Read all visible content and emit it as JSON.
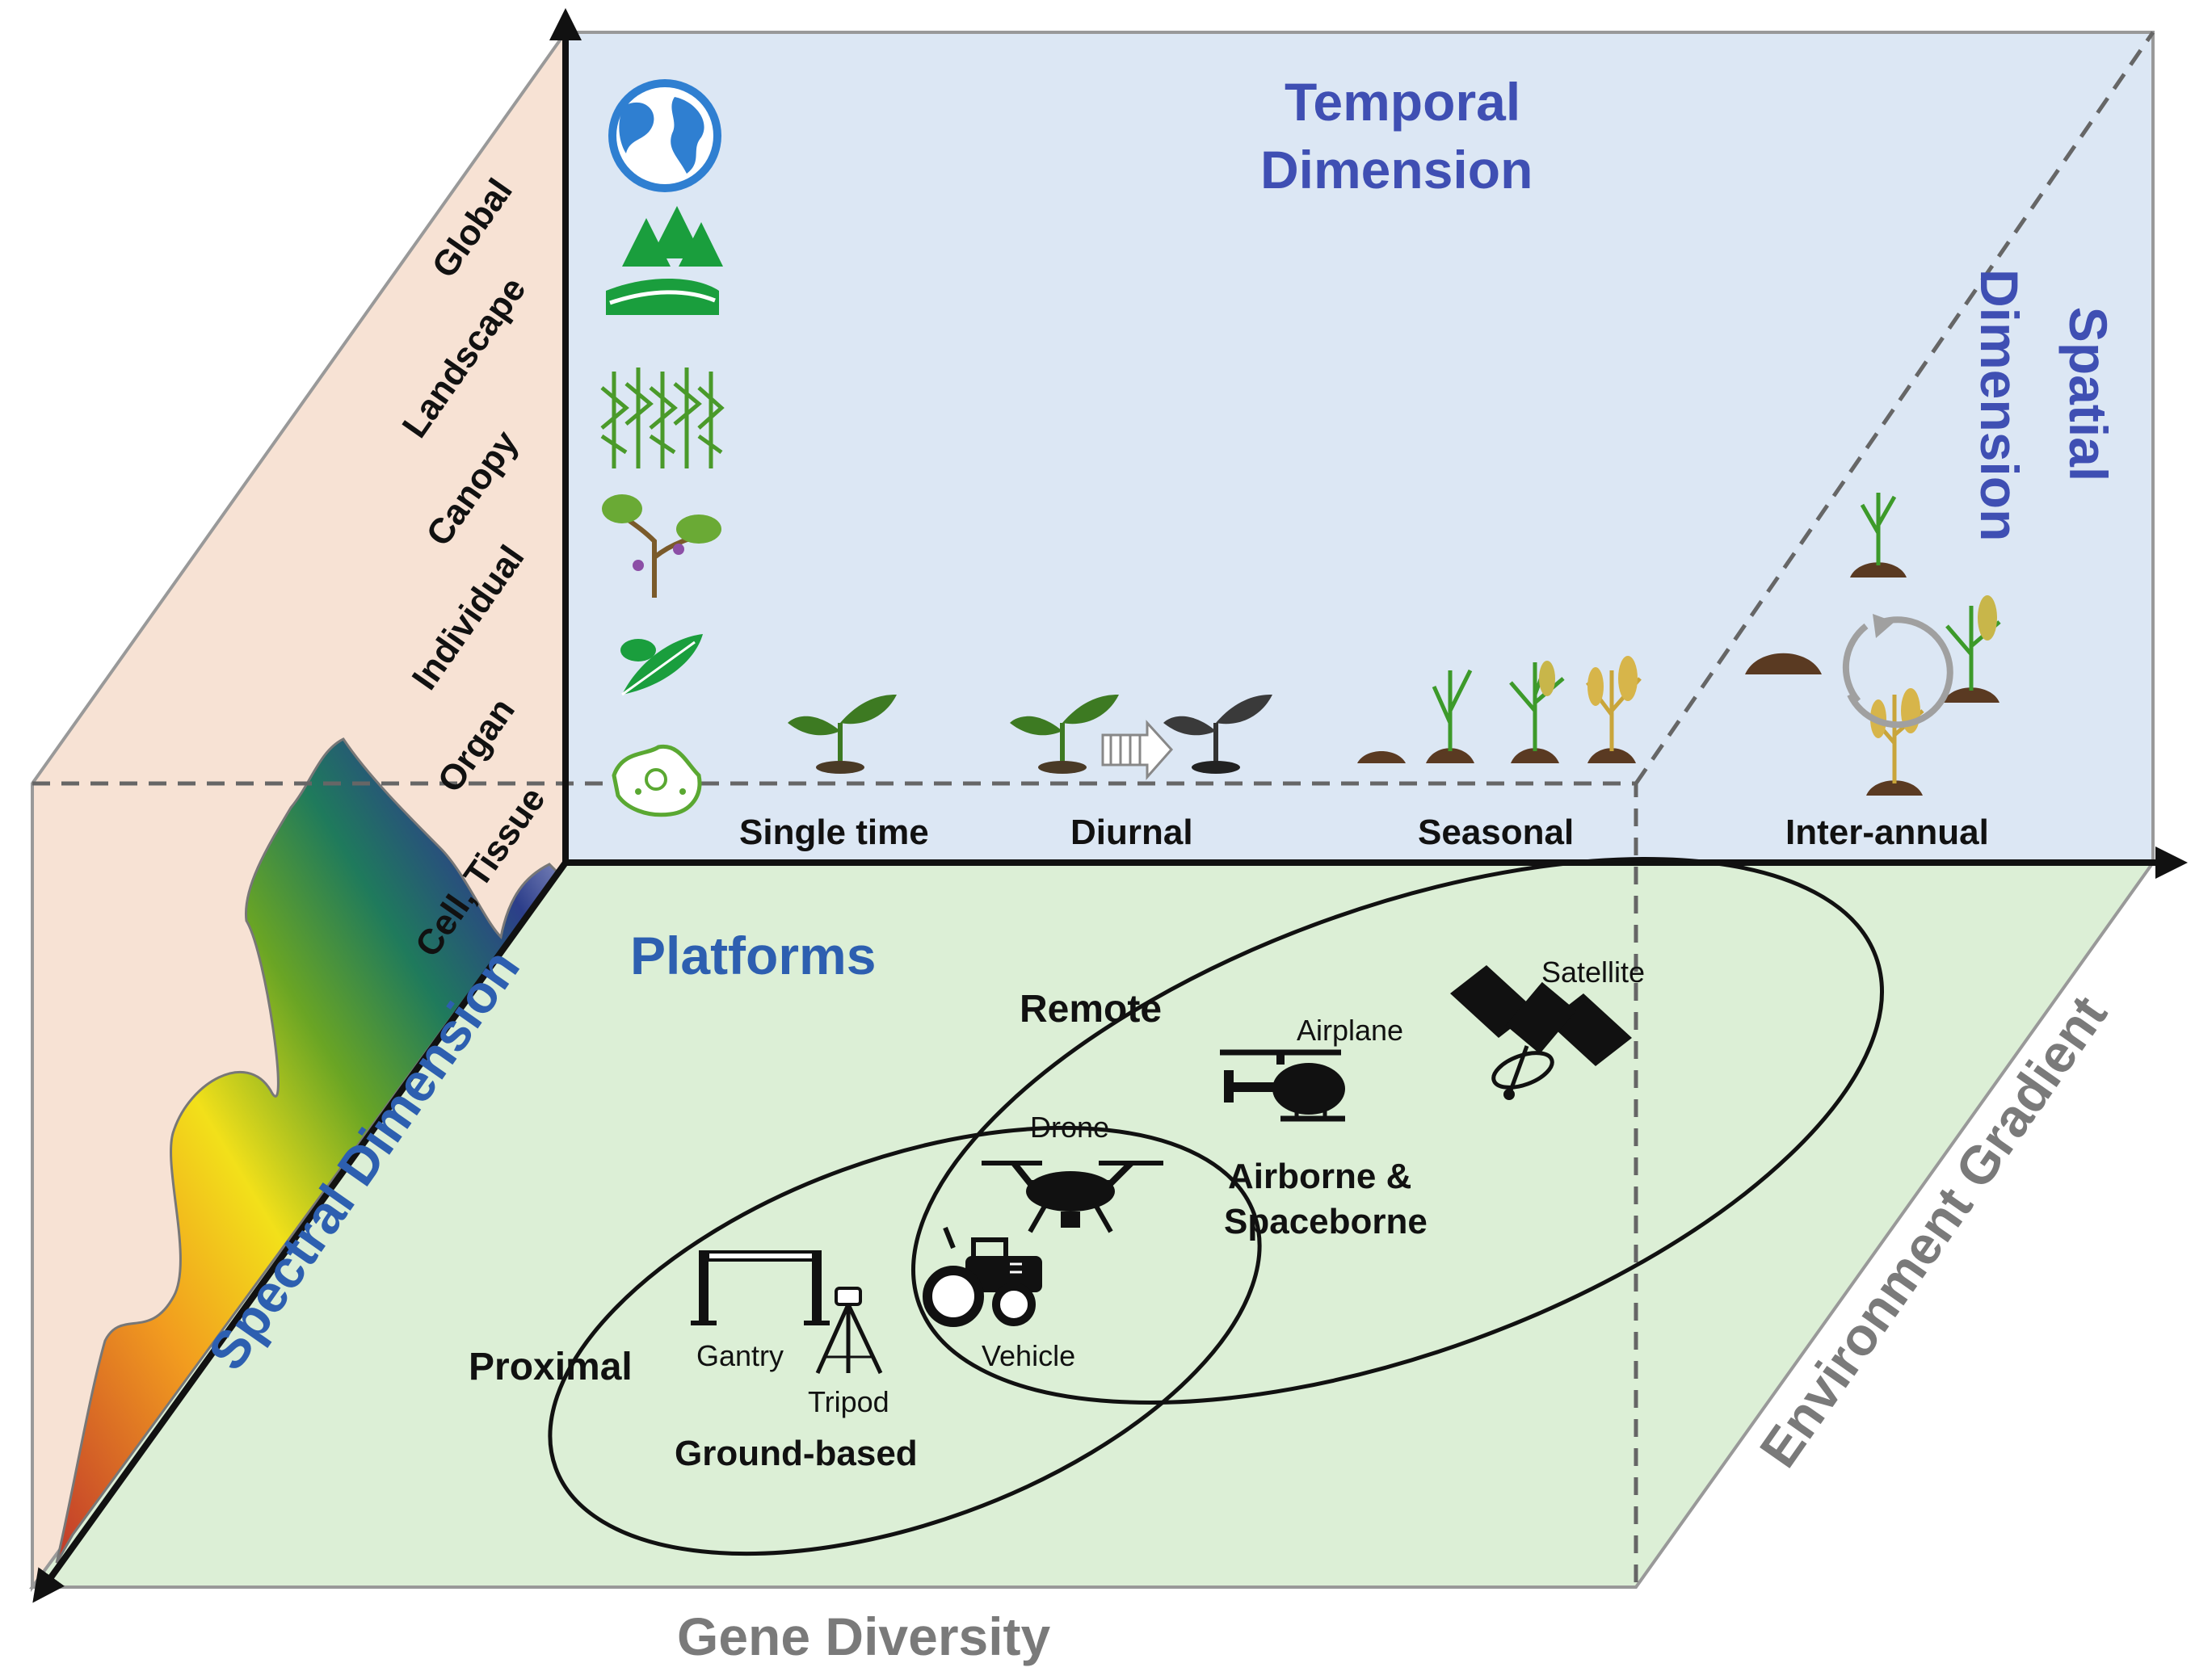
{
  "colors": {
    "left_wall": "#f7e2d4",
    "back_wall": "#dce7f4",
    "floor": "#dcefd6",
    "title_blue": "#3f4fb3",
    "platforms_blue": "#2d5fb0",
    "axis_gray": "#7a7a7a"
  },
  "temporal": {
    "title_line1": "Temporal",
    "title_line2": "Dimension",
    "scales": [
      "Single time",
      "Diurnal",
      "Seasonal",
      "Inter-annual"
    ]
  },
  "spatial": {
    "title_line1": "Spatial",
    "title_line2": "Dimension",
    "levels": [
      "Global",
      "Landscape",
      "Canopy",
      "Individual",
      "Organ",
      "Cell, Tissue"
    ],
    "level_icons": [
      "globe-icon",
      "forest-landscape-icon",
      "crop-canopy-icon",
      "plant-individual-icon",
      "leaf-organ-icon",
      "cell-tissue-icon"
    ]
  },
  "spectral": {
    "title": "Spectral Dimension"
  },
  "platforms": {
    "title": "Platforms",
    "groups": {
      "remote": "Remote",
      "proximal": "Proximal",
      "ground_based": "Ground-based",
      "airborne_line1": "Airborne &",
      "airborne_line2": "Spaceborne"
    },
    "items": {
      "satellite": "Satellite",
      "airplane": "Airplane",
      "drone": "Drone",
      "gantry": "Gantry",
      "tripod": "Tripod",
      "vehicle": "Vehicle"
    }
  },
  "axes": {
    "gene_diversity": "Gene Diversity",
    "environment_gradient": "Environment Gradient"
  }
}
